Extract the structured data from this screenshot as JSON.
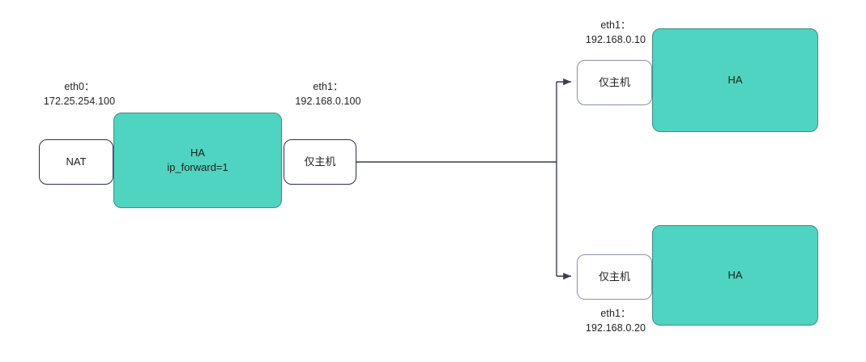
{
  "diagram": {
    "title": "HA network topology",
    "colors": {
      "teal_fill": "#4ED4C0",
      "teal_stroke": "#3b8f85",
      "white_fill": "#ffffff",
      "light_stroke": "#8a8fb5",
      "dark_stroke": "#2b2b5e",
      "wire": "#3c3c55",
      "text": "#1f1f1f"
    },
    "nodes": {
      "nat": {
        "label": "NAT"
      },
      "router_ha": {
        "label": "HA\nip_forward=1"
      },
      "router_host_only": {
        "label": "仅主机"
      },
      "top_host_only": {
        "label": "仅主机"
      },
      "top_ha": {
        "label": "HA"
      },
      "bottom_host_only": {
        "label": "仅主机"
      },
      "bottom_ha": {
        "label": "HA"
      }
    },
    "labels": {
      "eth0_router": "eth0：\n172.25.254.100",
      "eth1_router": "eth1：\n192.168.0.100",
      "eth1_top": "eth1：\n192.168.0.10",
      "eth1_bottom": "eth1：\n192.168.0.20"
    }
  }
}
